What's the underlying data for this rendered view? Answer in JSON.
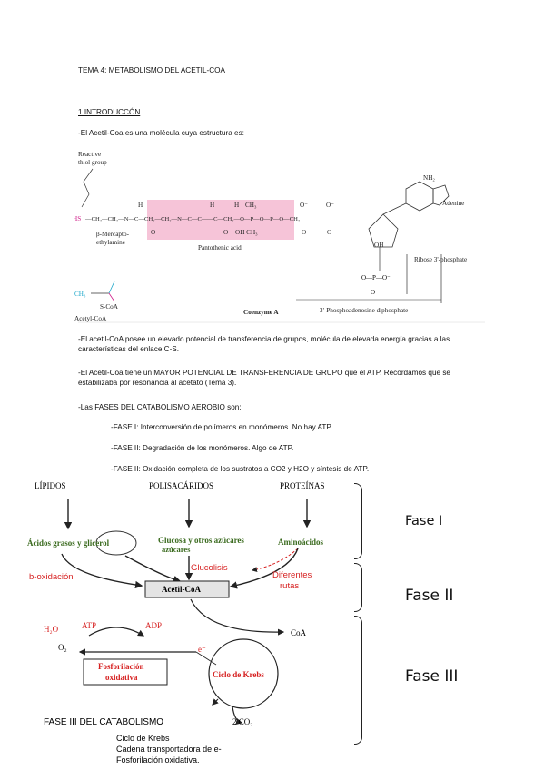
{
  "heading": {
    "prefix": "TEMA 4",
    "suffix": ": METABOLISMO DEL ACETIL-COA"
  },
  "section": "1.INTRODUCCÓN",
  "intro": "-El Acetil-Coa es una molécula cuya estructura es:",
  "structure": {
    "reactive_thiol": [
      "Reactive",
      "thiol group"
    ],
    "sh": "HS",
    "chain_a": "—CH₂—CH₂—N—C—CH₂—CH₂—N—C—C——C—CH₂—O—P—O—P—O—CH₂",
    "mercapto": [
      "β-Mercapto-",
      "ethylamine"
    ],
    "pantothenic": "Pantothenic acid",
    "adenine": "Adenine",
    "ribose": "Ribose 3'-phosphate",
    "diphosphate": "3'-Phosphoadenosine diphosphate",
    "coenzyme": "Coenzyme A",
    "acetyl_coa": "Acetyl-CoA",
    "ch3": "CH₃",
    "s_coa": "S-CoA",
    "nh2": "NH₂",
    "oh_ch3": "OH CH₃",
    "h_labels": "H",
    "ch3_top": "CH₃",
    "o_minus": "O⁻",
    "o": "O",
    "oh": "OH"
  },
  "paragraphs": [
    "-El acetil-CoA posee un elevado potencial de transferencia de grupos, molécula de elevada energía gracias a las características del enlace C-S.",
    "-El Acetil-Coa tiene un MAYOR POTENCIAL DE TRANSFERENCIA DE GRUPO que el ATP. Recordamos que se estabilizaba por resonancia al acetato (Tema 3).",
    "-Las FASES DEL CATABOLISMO AEROBIO son:"
  ],
  "phases": [
    "-FASE I: Interconversión de polímeros en monómeros. No hay ATP.",
    "-FASE II: Degradación de los monómeros. Algo de ATP.",
    "-FASE II: Oxidación completa de los sustratos a CO2 y H2O y síntesis de ATP."
  ],
  "diagram": {
    "sources": [
      "LÍPIDOS",
      "POLISACÁRIDOS",
      "PROTEÍNAS"
    ],
    "monomers": [
      "Ácidos grasos y glicerol",
      "Glucosa y otros azúcares",
      "Aminoácidos"
    ],
    "beta_ox": "b-oxidación",
    "glucolisis": "Glucolisis",
    "diferentes": [
      "Diferentes",
      "rutas"
    ],
    "acetil": "Acetil-CoA",
    "coa": "CoA",
    "h2o": "H₂O",
    "atp": "ATP",
    "adp": "ADP",
    "o2": "O₂",
    "e": "e⁻",
    "fosfo": [
      "Fosforilación",
      "oxidativa"
    ],
    "krebs": "Ciclo de Krebs",
    "co2": "2 CO₂",
    "fases": [
      "Fase I",
      "Fase II",
      "Fase III"
    ],
    "caption": "FASE III DEL CATABOLISMO",
    "list": [
      "Ciclo de Krebs",
      "Cadena transportadora de e-",
      "Fosforilación oxidativa."
    ]
  }
}
